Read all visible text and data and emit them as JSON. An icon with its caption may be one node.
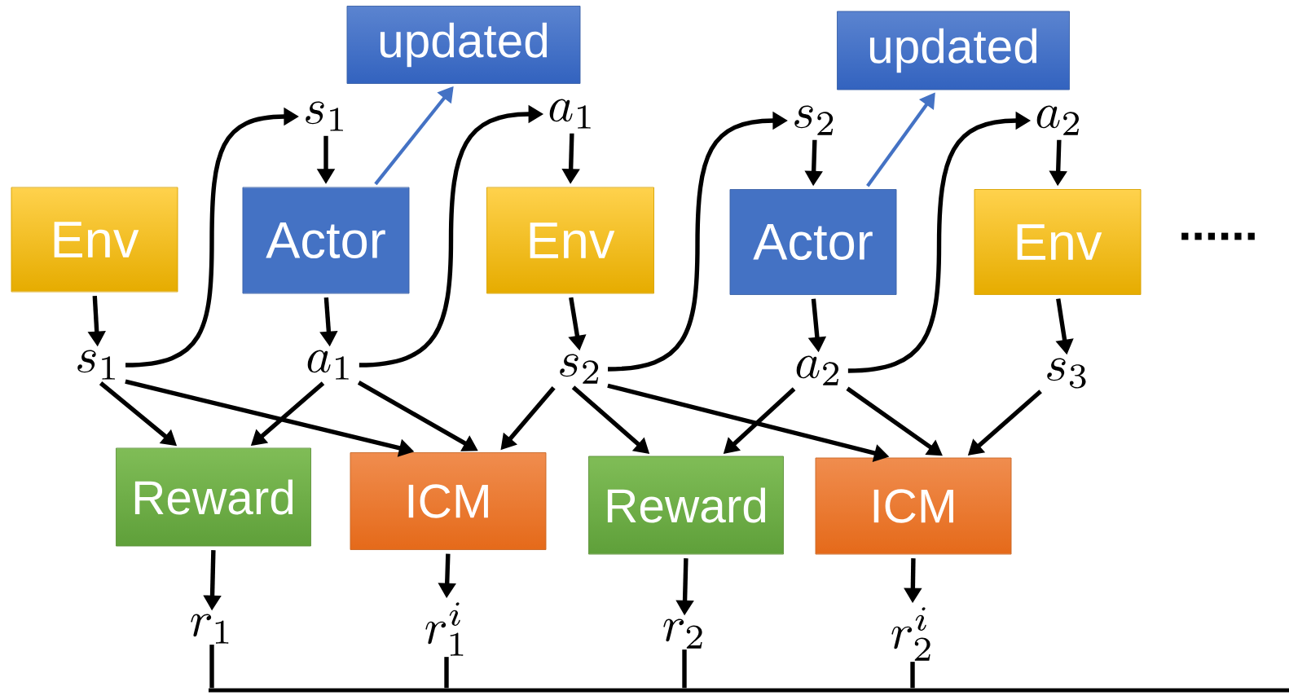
{
  "diagram": {
    "nodes": [
      {
        "text": [
          "Env"
        ]
      },
      {
        "text": [
          "s_1"
        ]
      },
      {
        "text": [
          "s_1"
        ]
      },
      {
        "text": [
          "Actor"
        ]
      },
      {
        "text": [
          "updated"
        ]
      },
      {
        "text": [
          "a_1"
        ]
      },
      {
        "text": [
          "a_1"
        ]
      },
      {
        "text": [
          "Env"
        ]
      },
      {
        "text": [
          "s_2"
        ]
      },
      {
        "text": [
          "s_2"
        ]
      },
      {
        "text": [
          "Actor"
        ]
      },
      {
        "text": [
          "updated"
        ]
      },
      {
        "text": [
          "a_2"
        ]
      },
      {
        "text": [
          "a_2"
        ]
      },
      {
        "text": [
          "Env"
        ]
      },
      {
        "text": [
          "s_3"
        ]
      },
      {
        "text": [
          "Reward"
        ]
      },
      {
        "text": [
          "ICM"
        ]
      },
      {
        "text": [
          "Reward"
        ]
      },
      {
        "text": [
          "ICM"
        ]
      },
      {
        "text": [
          "r_1"
        ]
      },
      {
        "text": [
          "r_1^i"
        ]
      },
      {
        "text": [
          "r_2"
        ]
      },
      {
        "text": [
          "r_2^i"
        ]
      },
      {
        "text": [],
        "shape": "bar"
      }
    ],
    "edges": [
      {
        "from": 0,
        "to": 1,
        "arrow": "to"
      },
      {
        "from": 1,
        "to": 2,
        "arrow": "to"
      },
      {
        "from": 2,
        "to": 3,
        "arrow": "to"
      },
      {
        "from": 3,
        "to": 4,
        "arrow": "to",
        "color": "#4472c4"
      },
      {
        "from": 3,
        "to": 6,
        "arrow": "to"
      },
      {
        "from": 6,
        "to": 5,
        "arrow": "to"
      },
      {
        "from": 5,
        "to": 7,
        "arrow": "to"
      },
      {
        "from": 7,
        "to": 8,
        "arrow": "to"
      },
      {
        "from": 8,
        "to": 9,
        "arrow": "to"
      },
      {
        "from": 9,
        "to": 10,
        "arrow": "to"
      },
      {
        "from": 10,
        "to": 11,
        "arrow": "to",
        "color": "#4472c4"
      },
      {
        "from": 10,
        "to": 13,
        "arrow": "to"
      },
      {
        "from": 13,
        "to": 12,
        "arrow": "to"
      },
      {
        "from": 12,
        "to": 14,
        "arrow": "to"
      },
      {
        "from": 14,
        "to": 15,
        "arrow": "to"
      },
      {
        "from": 1,
        "to": 16,
        "arrow": "to"
      },
      {
        "from": 1,
        "to": 17,
        "arrow": "to"
      },
      {
        "from": 6,
        "to": 16,
        "arrow": "to"
      },
      {
        "from": 6,
        "to": 17,
        "arrow": "to"
      },
      {
        "from": 8,
        "to": 17,
        "arrow": "to"
      },
      {
        "from": 8,
        "to": 18,
        "arrow": "to"
      },
      {
        "from": 8,
        "to": 19,
        "arrow": "to"
      },
      {
        "from": 13,
        "to": 18,
        "arrow": "to"
      },
      {
        "from": 13,
        "to": 19,
        "arrow": "to"
      },
      {
        "from": 15,
        "to": 19,
        "arrow": "to"
      },
      {
        "from": 16,
        "to": 20,
        "arrow": "to"
      },
      {
        "from": 17,
        "to": 21,
        "arrow": "to"
      },
      {
        "from": 18,
        "to": 22,
        "arrow": "to"
      },
      {
        "from": 19,
        "to": 23,
        "arrow": "to"
      },
      {
        "from": 20,
        "to": 24,
        "arrow": "none"
      },
      {
        "from": 21,
        "to": 24,
        "arrow": "none"
      },
      {
        "from": 22,
        "to": 24,
        "arrow": "none"
      },
      {
        "from": 23,
        "to": 24,
        "arrow": "none"
      }
    ],
    "labels": [
      "......"
    ]
  }
}
